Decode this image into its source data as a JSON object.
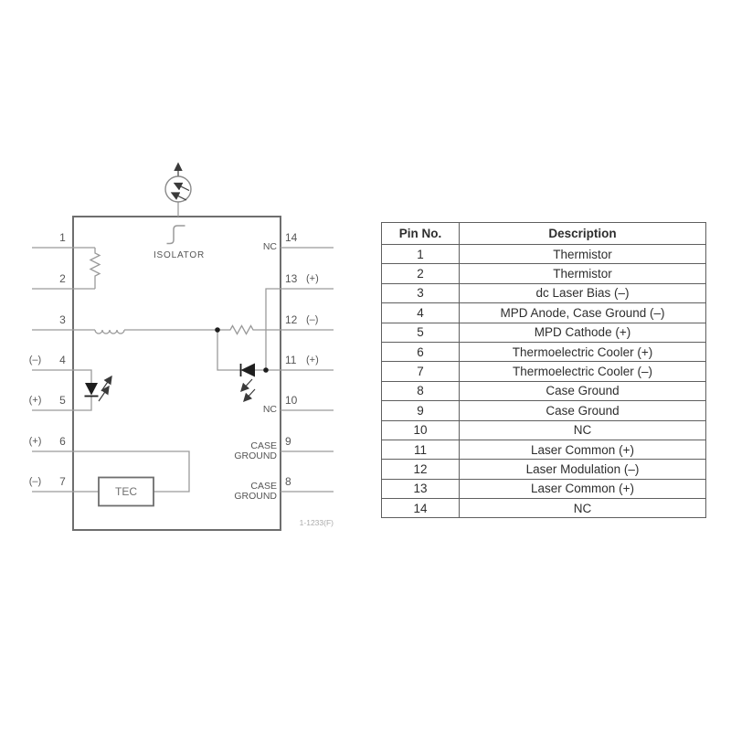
{
  "diagram": {
    "isolator_label": "ISOLATOR",
    "tec_label": "TEC",
    "figure_number": "1-1233(F)",
    "left_pins": [
      {
        "num": "1",
        "pol": ""
      },
      {
        "num": "2",
        "pol": ""
      },
      {
        "num": "3",
        "pol": ""
      },
      {
        "num": "4",
        "pol": "(–)"
      },
      {
        "num": "5",
        "pol": "(+)"
      },
      {
        "num": "6",
        "pol": "(+)"
      },
      {
        "num": "7",
        "pol": "(–)"
      }
    ],
    "right_pins": [
      {
        "num": "14",
        "pol": "",
        "side_label": "NC"
      },
      {
        "num": "13",
        "pol": "(+)",
        "side_label": ""
      },
      {
        "num": "12",
        "pol": "(–)",
        "side_label": ""
      },
      {
        "num": "11",
        "pol": "(+)",
        "side_label": ""
      },
      {
        "num": "10",
        "pol": "",
        "side_label": "NC"
      },
      {
        "num": "9",
        "pol": "",
        "side_label": "CASE GROUND"
      },
      {
        "num": "8",
        "pol": "",
        "side_label": "CASE GROUND"
      }
    ]
  },
  "pin_table": {
    "headers": [
      "Pin No.",
      "Description"
    ],
    "rows": [
      [
        "1",
        "Thermistor"
      ],
      [
        "2",
        "Thermistor"
      ],
      [
        "3",
        "dc Laser Bias (–)"
      ],
      [
        "4",
        "MPD Anode, Case Ground (–)"
      ],
      [
        "5",
        "MPD Cathode (+)"
      ],
      [
        "6",
        "Thermoelectric Cooler (+)"
      ],
      [
        "7",
        "Thermoelectric Cooler (–)"
      ],
      [
        "8",
        "Case Ground"
      ],
      [
        "9",
        "Case Ground"
      ],
      [
        "10",
        "NC"
      ],
      [
        "11",
        "Laser Common (+)"
      ],
      [
        "12",
        "Laser Modulation (–)"
      ],
      [
        "13",
        "Laser Common (+)"
      ],
      [
        "14",
        "NC"
      ]
    ]
  }
}
